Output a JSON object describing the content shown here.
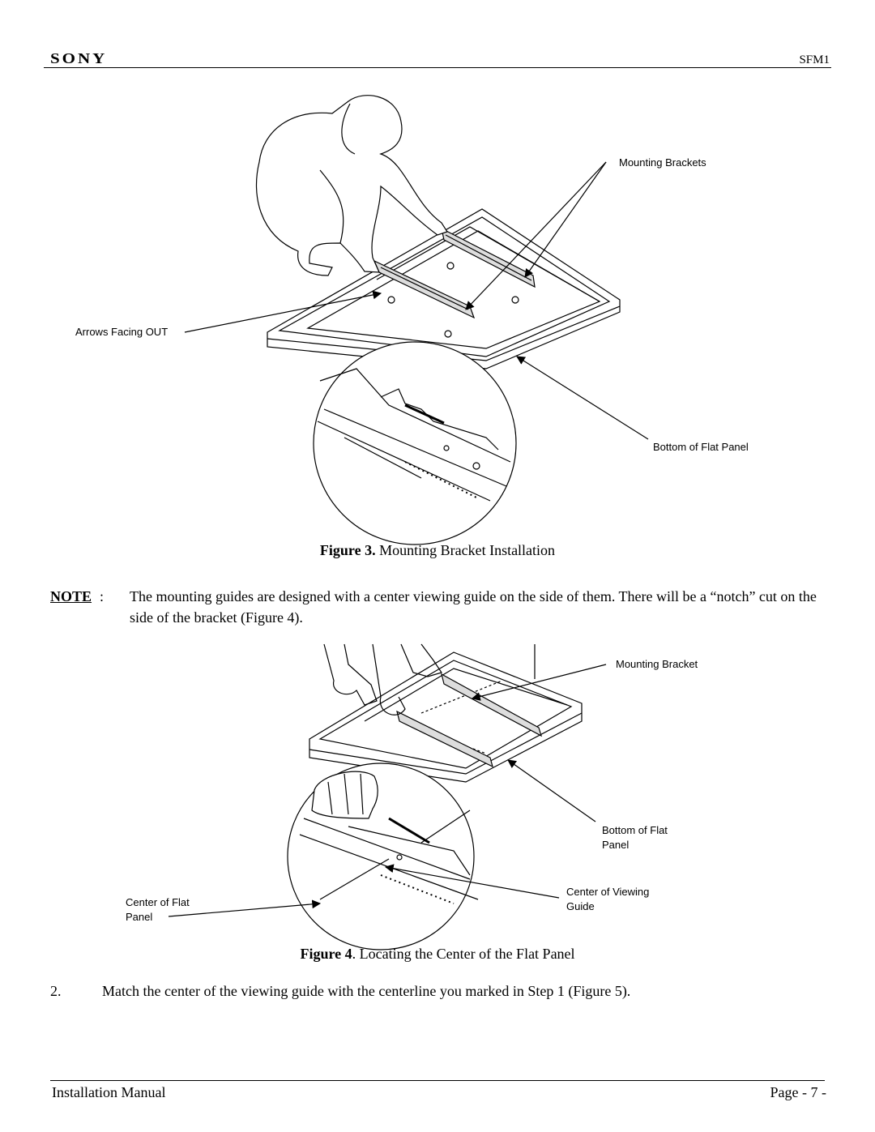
{
  "header": {
    "brand": "SONY",
    "model": "SFM1"
  },
  "figure3": {
    "labels": {
      "mounting_brackets": "Mounting Brackets",
      "arrows_facing_out": "Arrows Facing OUT",
      "bottom_of_flat_panel": "Bottom of Flat Panel"
    },
    "caption_bold": "Figure 3.",
    "caption_text": " Mounting Bracket Installation"
  },
  "note": {
    "label": "NOTE",
    "colon": ":",
    "text": "The mounting guides are designed with a center viewing guide on the side of them. There will be a “notch” cut on the side of the bracket (Figure 4)."
  },
  "figure4": {
    "labels": {
      "mounting_bracket": "Mounting Bracket",
      "bottom_of_flat_panel": "Bottom of Flat Panel",
      "center_of_viewing_guide": "Center of Viewing Guide",
      "center_of_flat_panel": "Center of Flat Panel"
    },
    "caption_bold": "Figure 4",
    "caption_text": ". Locating the Center of the Flat Panel"
  },
  "step": {
    "number": "2.",
    "text": "Match the center of the viewing guide with the centerline you marked in Step 1 (Figure 5)."
  },
  "footer": {
    "left": "Installation Manual",
    "right": "Page - 7 -"
  }
}
